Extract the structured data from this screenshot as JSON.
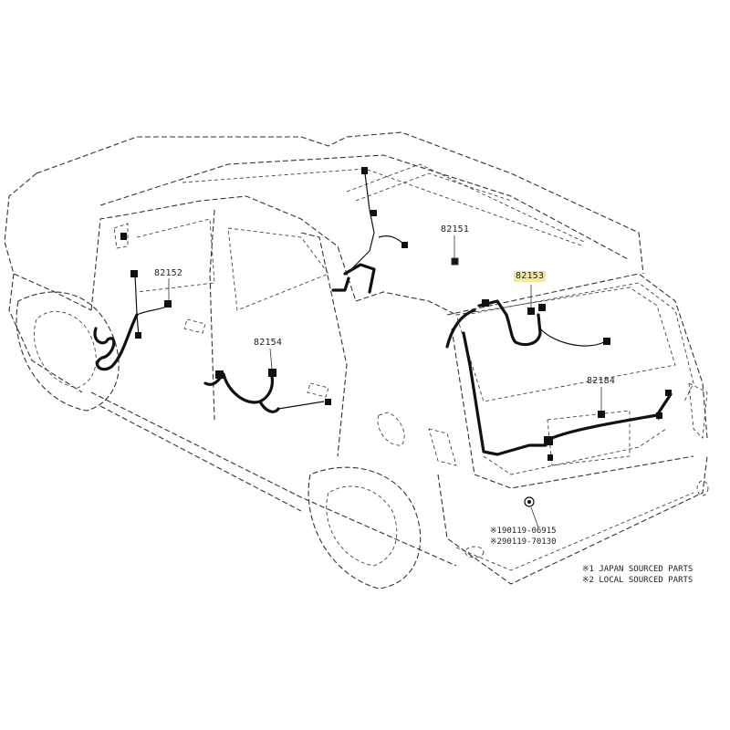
{
  "parts": [
    {
      "id": "82151",
      "highlighted": false
    },
    {
      "id": "82152",
      "highlighted": false
    },
    {
      "id": "82153",
      "highlighted": true
    },
    {
      "id": "82154",
      "highlighted": false
    },
    {
      "id": "82184",
      "highlighted": false
    }
  ],
  "bolt_numbers": [
    "※190119-06915",
    "※290119-70130"
  ],
  "notes": [
    "※1 JAPAN SOURCED PARTS",
    "※2 LOCAL SOURCED PARTS"
  ],
  "colors": {
    "highlight": "#f6e79a",
    "line": "#333333",
    "harness": "#111111"
  }
}
